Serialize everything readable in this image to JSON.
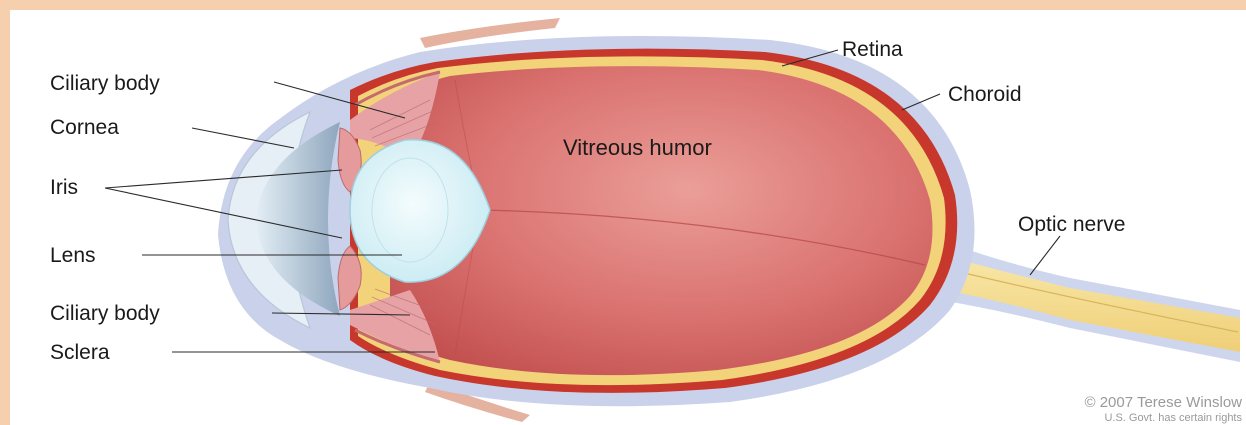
{
  "labels": {
    "ciliary_body_top": "Ciliary body",
    "cornea": "Cornea",
    "iris": "Iris",
    "lens": "Lens",
    "ciliary_body_bottom": "Ciliary body",
    "sclera": "Sclera",
    "retina": "Retina",
    "choroid": "Choroid",
    "optic_nerve": "Optic nerve",
    "vitreous_humor": "Vitreous humor"
  },
  "credit": {
    "line1": "© 2007 Terese Winslow",
    "line2": "U.S. Govt. has certain rights"
  },
  "colors": {
    "page_border": "#f6cfae",
    "sclera": "#c9d2ea",
    "choroid": "#c8372c",
    "retina": "#f2d37a",
    "vitreous": "#d96b6b",
    "lens": "#dff4f8",
    "cornea": "#a9bccd",
    "optic_nerve": "#f3dc8e"
  }
}
